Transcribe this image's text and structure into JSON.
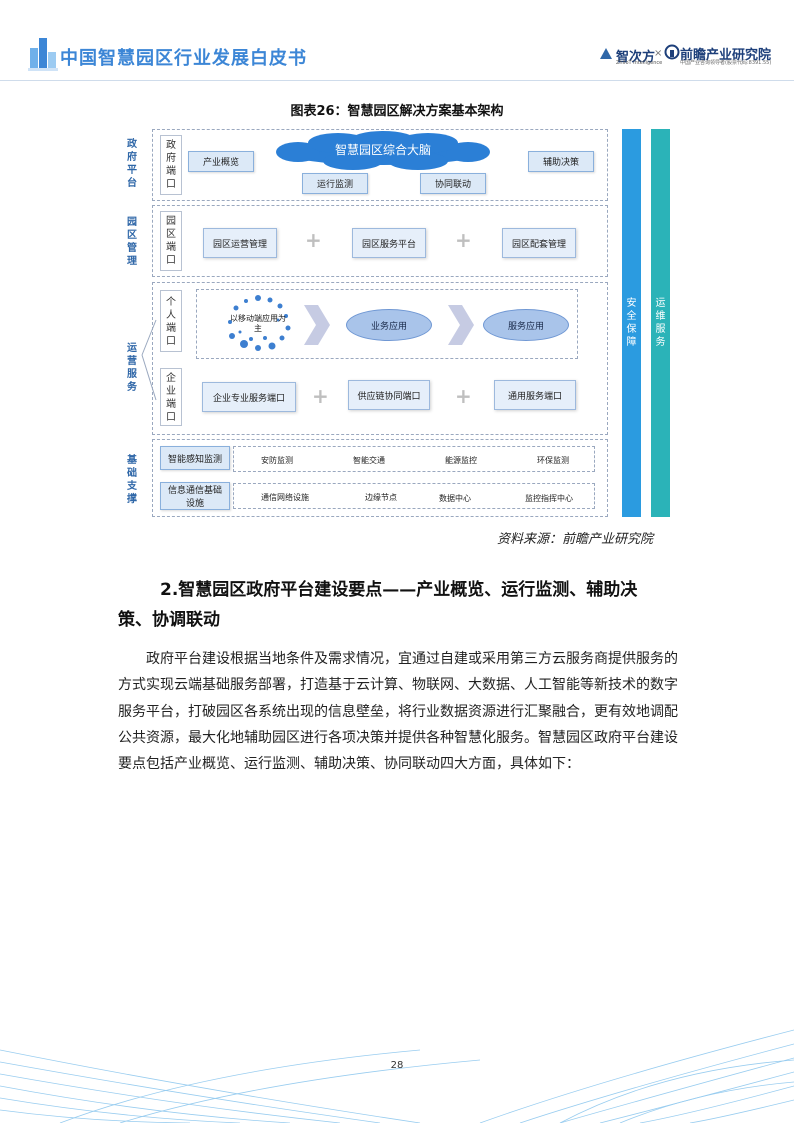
{
  "header": {
    "title": "中国智慧园区行业发展白皮书",
    "brand1": "智次方",
    "brand1_sub": "ZhiIoT Intelligence",
    "separator": "×",
    "brand2": "前瞻产业研究院",
    "brand2_sub": "中国产业咨询领导者(股票代码:8391.55)"
  },
  "figure": {
    "title": "图表26：智慧园区解决方案基本架构",
    "sections": {
      "gov": {
        "label": "政府平台",
        "port": "政府端口",
        "brain": "智慧园区综合大脑",
        "items": [
          "产业概览",
          "运行监测",
          "协同联动",
          "辅助决策"
        ]
      },
      "park": {
        "label": "园区管理",
        "port": "园区端口",
        "items": [
          "园区运营管理",
          "园区服务平台",
          "园区配套管理"
        ]
      },
      "ops": {
        "label": "运营服务",
        "personal_port": "个人端口",
        "mobile_text": "以移动端应用为主",
        "personal_items": [
          "业务应用",
          "服务应用"
        ],
        "enterprise_port": "企业端口",
        "enterprise_items": [
          "企业专业服务端口",
          "供应链协同端口",
          "通用服务端口"
        ]
      },
      "base": {
        "label": "基础支撑",
        "row1_head": "智能感知监测",
        "row1": [
          "安防监测",
          "智能交通",
          "能源监控",
          "环保监测"
        ],
        "row2_head": "信息通信基础设施",
        "row2": [
          "通信网络设施",
          "边缘节点",
          "数据中心",
          "监控指挥中心"
        ]
      }
    },
    "pillars": [
      "安全保障",
      "运维服务"
    ],
    "plus": "+"
  },
  "source": "资料来源：前瞻产业研究院",
  "section_heading_line1": "2.智慧园区政府平台建设要点——产业概览、运行监测、辅助决",
  "section_heading_line2": "策、协调联动",
  "paragraph": "政府平台建设根据当地条件及需求情况，宜通过自建或采用第三方云服务商提供服务的方式实现云端基础服务部署，打造基于云计算、物联网、大数据、人工智能等新技术的数字服务平台，打破园区各系统出现的信息壁垒，将行业数据资源进行汇聚融合，更有效地调配公共资源，最大化地辅助园区进行各项决策并提供各种智慧化服务。智慧园区政府平台建设要点包括产业概览、运行监测、辅助决策、协同联动四大方面，具体如下：",
  "page_number": "28",
  "colors": {
    "accent_blue": "#3c86d6",
    "pillar_blue": "#2b9be0",
    "pillar_teal": "#2bb3b8",
    "side_label": "#2f67a8"
  }
}
